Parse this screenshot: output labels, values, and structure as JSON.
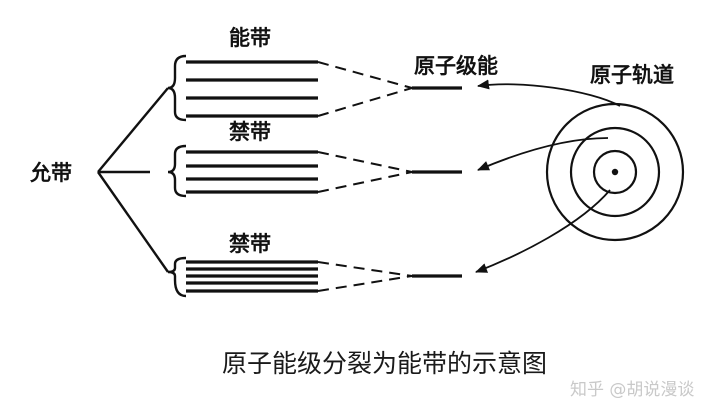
{
  "labels": {
    "band_top": "能带",
    "atomic_level": "原子级能",
    "atomic_orbital": "原子轨道",
    "forbidden_band_1": "禁带",
    "forbidden_band_2": "禁带",
    "allowed_band": "允带"
  },
  "caption": "原子能级分裂为能带的示意图",
  "watermark": "知乎 @胡说漫谈"
}
